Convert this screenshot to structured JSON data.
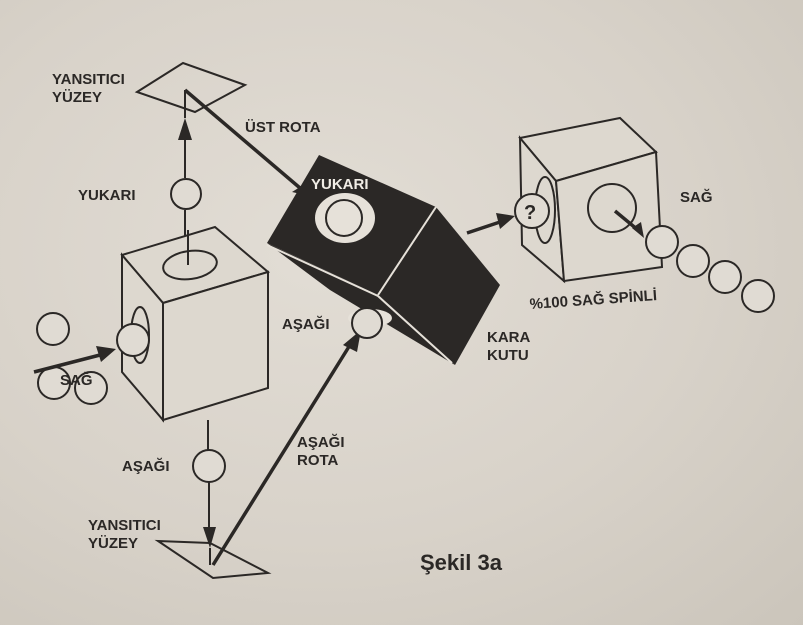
{
  "figure": {
    "caption": "Şekil 3a",
    "labels": {
      "top_surface_line1": "YANSITICI",
      "top_surface_line2": "YÜZEY",
      "upper_route": "ÜST ROTA",
      "up_left": "YUKARI",
      "up_box": "YUKARI",
      "right_input": "SAĞ",
      "down_box": "AŞAĞI",
      "down_left": "AŞAĞI",
      "lower_route_line1": "AŞAĞI",
      "lower_route_line2": "ROTA",
      "bottom_surface_line1": "YANSITICI",
      "bottom_surface_line2": "YÜZEY",
      "black_box_line1": "KARA",
      "black_box_line2": "KUTU",
      "right_output": "SAĞ",
      "result": "%100 SAĞ SPİNLİ",
      "question": "?"
    },
    "colors": {
      "ink": "#2b2826",
      "paper": "#d9d3ca"
    }
  }
}
